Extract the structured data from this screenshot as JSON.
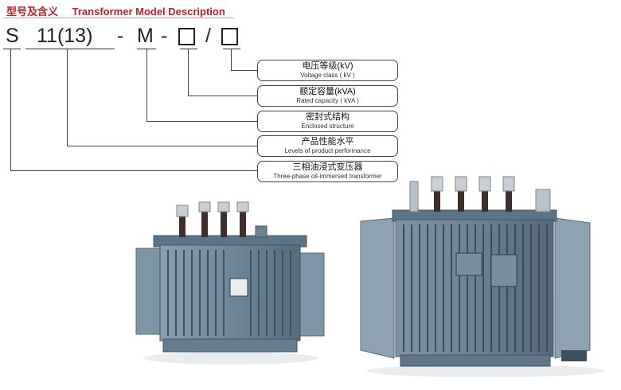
{
  "header": {
    "title_cn": "型号及含义",
    "title_en": "Transformer Model Description"
  },
  "model_code": {
    "series": "S",
    "level": "11(13)",
    "dash1": "-",
    "structure": "M",
    "dash2": "-",
    "slash": "/"
  },
  "labels": [
    {
      "cn": "电压等级(kV)",
      "en": "Voltage class ( kV )"
    },
    {
      "cn": "额定容量(kVA)",
      "en": "Rated capacity ( kVA )"
    },
    {
      "cn": "密封式结构",
      "en": "Enclosed structure"
    },
    {
      "cn": "产品性能水平",
      "en": "Levels of product performance"
    },
    {
      "cn": "三相油浸式变压器",
      "en": "Three-phase oil-immersed transformer"
    }
  ],
  "colors": {
    "accent": "#b8242b",
    "tank": "#6f8798",
    "tank_dark": "#3f5566"
  }
}
